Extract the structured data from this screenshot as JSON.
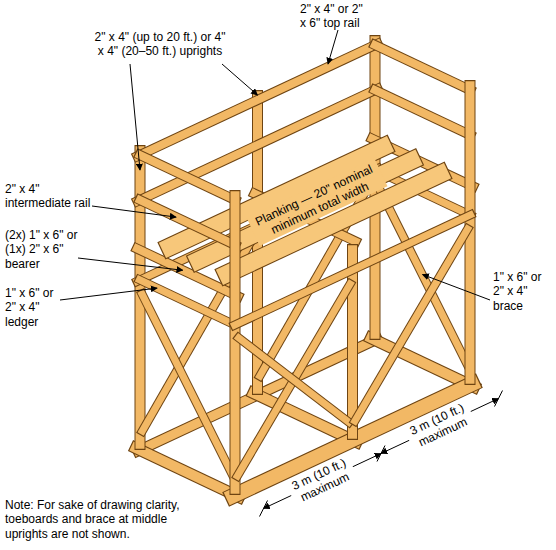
{
  "diagram": {
    "labels": [
      "2\" x 4\" or 2\" x 6\" top rail",
      "2\" x 4\" (up to 20 ft.) or 4\" x 4\" (20–50 ft.) uprights",
      "2\" x 4\" intermediate rail",
      "(2x) 1\" x 6\" or (1x) 2\" x 6\" bearer",
      "1\" x 6\" or 2\" x 4\" ledger",
      "Planking — 20\" nominal minimum total width",
      "1\" x 6\" or 2\" x 4\" brace",
      "3 m (10 ft.) maximum",
      "3 m (10 ft.) maximum",
      "Note: For sake of drawing clarity, toeboards and brace at middle uprights are not shown."
    ]
  }
}
